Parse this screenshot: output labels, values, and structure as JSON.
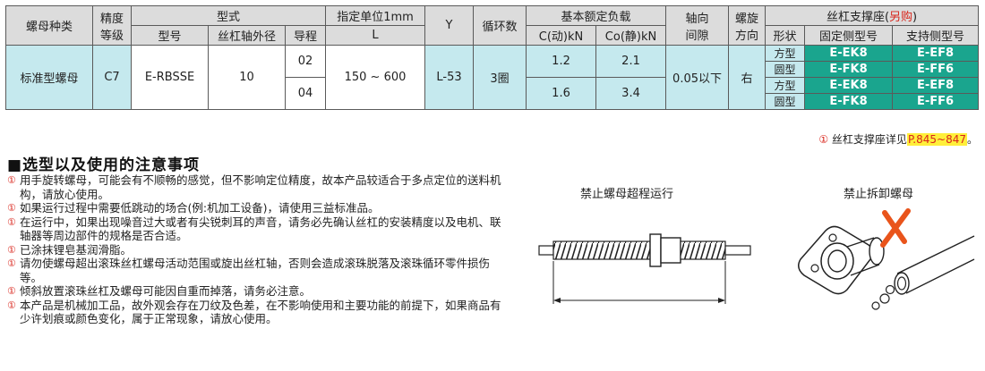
{
  "table": {
    "headers": {
      "nut_type": "螺母种类",
      "accuracy": "精度",
      "accuracy_2": "等级",
      "form": "型式",
      "form_model": "型号",
      "form_od": "丝杠轴外径",
      "form_lead": "导程",
      "unit": "指定单位1mm",
      "unit_L": "L",
      "y": "Y",
      "circuits": "循环数",
      "load": "基本额定负载",
      "load_c": "C(动)kN",
      "load_co": "Co(静)kN",
      "axial": "轴向",
      "axial_2": "间隙",
      "rot": "螺旋",
      "rot_2": "方向",
      "support": "丝杠支撑座(",
      "support_extra": "另购",
      "support_close": ")",
      "support_shape": "形状",
      "support_fixed": "固定侧型号",
      "support_side": "支持侧型号"
    },
    "row": {
      "nut_type": "标准型螺母",
      "accuracy": "C7",
      "model": "E-RBSSE",
      "od": "10",
      "leads": [
        "02",
        "04"
      ],
      "L": "150 ~ 600",
      "y": "L-53",
      "circuits": "3圈",
      "c_values": [
        "1.2",
        "1.6"
      ],
      "co_values": [
        "2.1",
        "3.4"
      ],
      "axial": "0.05以下",
      "rot": "右"
    },
    "supports": [
      {
        "shape": "方型",
        "fixed": "E-EK8",
        "side": "E-EF8"
      },
      {
        "shape": "圆型",
        "fixed": "E-FK8",
        "side": "E-FF6"
      },
      {
        "shape": "方型",
        "fixed": "E-EK8",
        "side": "E-EF8"
      },
      {
        "shape": "圆型",
        "fixed": "E-FK8",
        "side": "E-FF6"
      }
    ]
  },
  "ref_note": {
    "mark": "①",
    "text": "丝杠支撑座详见",
    "pages": "P.845~847",
    "end": "。"
  },
  "notes": {
    "title_mark": "■",
    "title": "选型以及使用的注意事项",
    "bullet": "①",
    "items": [
      "用手旋转螺母，可能会有不顺畅的感觉，但不影响定位精度，故本产品较适合于多点定位的送料机构，请放心使用。",
      "如果运行过程中需要低跳动的场合(例:机加工设备)，请使用三益标准品。",
      "在运行中，如果出现噪音过大或者有尖锐刺耳的声音，请务必先确认丝杠的安装精度以及电机、联轴器等周边部件的规格是否合适。",
      "已涂抹锂皂基润滑脂。",
      "请勿使螺母超出滚珠丝杠螺母活动范围或旋出丝杠轴，否则会造成滚珠脱落及滚珠循环零件损伤等。",
      "倾斜放置滚珠丝杠及螺母可能因自重而掉落，请务必注意。",
      "本产品是机械加工品，故外观会存在刀纹及色差，在不影响使用和主要功能的前提下，如果商品有少许划痕或颜色变化，属于正常现象，请放心使用。"
    ]
  },
  "illustrations": {
    "left_caption": "禁止螺母超程运行",
    "right_caption": "禁止拆卸螺母",
    "colors": {
      "mark_red": "#d9261c",
      "cross_orange": "#e9541b",
      "accent_green": "#1aa58e",
      "cell_blue": "#c5e9ee"
    }
  }
}
